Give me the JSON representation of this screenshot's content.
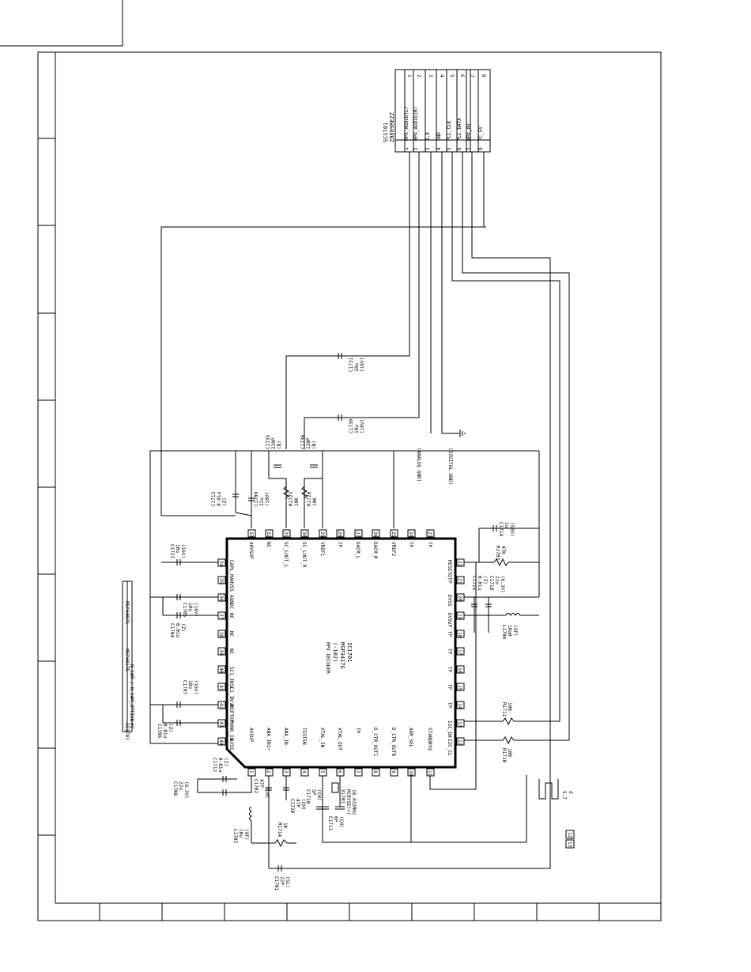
{
  "ic": {
    "ref": "IC1701",
    "part": "MSP3417G",
    "variant": "(-102)",
    "desc": "MPX DECODER",
    "left_pins": [
      {
        "n": "34",
        "name": "CAPL_M"
      },
      {
        "n": "35",
        "name": "AHVSS"
      },
      {
        "n": "36",
        "name": "AGNDC"
      },
      {
        "n": "37",
        "name": "NC"
      },
      {
        "n": "38",
        "name": "NC"
      },
      {
        "n": "39",
        "name": "NC"
      },
      {
        "n": "40",
        "name": "SC1_IN_L"
      },
      {
        "n": "41",
        "name": "SC1_IN_R"
      },
      {
        "n": "42",
        "name": "VREFTOP"
      },
      {
        "n": "43",
        "name": "MONO_IN"
      },
      {
        "n": "44",
        "name": "AVSS"
      }
    ],
    "top_pins": [
      {
        "n": "33",
        "name": "AHVSUP"
      },
      {
        "n": "32",
        "name": "NC"
      },
      {
        "n": "31",
        "name": "SC_LOUT_L"
      },
      {
        "n": "30",
        "name": "SC_LOUT_R"
      },
      {
        "n": "29",
        "name": "VREF1"
      },
      {
        "n": "28",
        "name": "TP"
      },
      {
        "n": "27",
        "name": "DACM_L"
      },
      {
        "n": "26",
        "name": "DACM_R"
      },
      {
        "n": "25",
        "name": "VREF2"
      },
      {
        "n": "24",
        "name": "TP"
      },
      {
        "n": "23",
        "name": "TP"
      }
    ],
    "right_pins": [
      {
        "n": "22",
        "name": "RESETQ"
      },
      {
        "n": "21",
        "name": "TP"
      },
      {
        "n": "20",
        "name": "DVSS"
      },
      {
        "n": "19",
        "name": "DVSUP"
      },
      {
        "n": "18",
        "name": "TP"
      },
      {
        "n": "17",
        "name": "TP"
      },
      {
        "n": "16",
        "name": "TP"
      },
      {
        "n": "15",
        "name": "TP"
      },
      {
        "n": "14",
        "name": "TP"
      },
      {
        "n": "13",
        "name": "I2C_DA"
      },
      {
        "n": "12",
        "name": "I2C_CL"
      }
    ],
    "bottom_pins": [
      {
        "n": "1",
        "name": "AVSUP"
      },
      {
        "n": "2",
        "name": "ANA_IN1+"
      },
      {
        "n": "3",
        "name": "ANA_IN-"
      },
      {
        "n": "4",
        "name": "TESTEN"
      },
      {
        "n": "5",
        "name": "XTAL_IN"
      },
      {
        "n": "6",
        "name": "XTAL_OUT"
      },
      {
        "n": "7",
        "name": "TP"
      },
      {
        "n": "8",
        "name": "D_CTR_OUT1"
      },
      {
        "n": "9",
        "name": "D_CTR_OUT0"
      },
      {
        "n": "10",
        "name": "ADR_SEL"
      },
      {
        "n": "11",
        "name": "STANDBYQ"
      }
    ]
  },
  "connector": {
    "ref": "SC1701",
    "part": "Z0809REZZ",
    "pins": [
      {
        "n": "1",
        "name": "MPX_AUDIO(L)",
        "num": "1"
      },
      {
        "n": "2",
        "name": "MPX_AUDIO(R)",
        "num": "2"
      },
      {
        "n": "3",
        "name": "8.8",
        "num": "3"
      },
      {
        "n": "4",
        "name": "GND",
        "num": "4"
      },
      {
        "n": "5",
        "name": "PLL_CLK",
        "num": "5"
      },
      {
        "n": "6",
        "name": "PLL_DATA",
        "num": "6"
      },
      {
        "n": "7",
        "name": "MPX_8V",
        "num": "7"
      },
      {
        "n": "8",
        "name": "PC_5V",
        "num": "8"
      }
    ]
  },
  "components": {
    "c1731": [
      "C1731",
      "10u",
      "(16V)"
    ],
    "c1730": [
      "C1730",
      "10u",
      "(16V)"
    ],
    "c1735": [
      "C1735",
      "220P",
      "(B)"
    ],
    "c1736": [
      "C1736",
      "120P",
      "(B)"
    ],
    "c1713": [
      "C1713",
      "0.01u",
      "(Z)"
    ],
    "c1709": [
      "C1709",
      "22u",
      "(10V)"
    ],
    "r1723": [
      "R1723",
      "10K"
    ],
    "r1720": [
      "R1720",
      "10K"
    ],
    "c1714": [
      "C1714",
      "1u",
      "(50V)"
    ],
    "r1703": [
      "R1703",
      "47K"
    ],
    "c1715": [
      "C1715",
      "0.01u",
      "(Z)"
    ],
    "c1718": [
      "C1718",
      "22u",
      "(6.3V)"
    ],
    "l1704": [
      "L1704",
      "10uH",
      "(XF)"
    ],
    "r1711": [
      "R1711",
      "100"
    ],
    "r1710": [
      "R1710",
      "100"
    ],
    "c1723": [
      "C1723",
      "10u",
      "(16V)"
    ],
    "c1705": [
      "C1705",
      "10u",
      "(16V)"
    ],
    "c1704": [
      "C1704",
      "0.01u",
      "(Z)"
    ],
    "c1707": [
      "C1707",
      "10u",
      "(16V)"
    ],
    "c1706": [
      "C1706",
      "0.01u",
      "(Z)"
    ],
    "c1712": [
      "C1712",
      "0.01u",
      "(Z)"
    ],
    "c1708": [
      "C1708",
      "22u",
      "(6.3V)"
    ],
    "c1702": [
      "C1702",
      "47P",
      "(CH)"
    ],
    "c1720": [
      "C1720",
      "47P",
      "(CH)"
    ],
    "c1710": [
      "C1710",
      "5P",
      "(CH)"
    ],
    "c1711": [
      "C1711",
      "6P",
      "(CH)"
    ],
    "x1701": [
      "X1701",
      "RCRYSE(+)",
      "18.432MHz"
    ],
    "l1703": [
      "L1703",
      "10u",
      "(XF)"
    ],
    "r1714": [
      "R1714",
      "1K"
    ],
    "c1701": [
      "C1701",
      "22P",
      "(SL)"
    ]
  },
  "labels": {
    "analog_gnd": "(ANALOG GND)",
    "digital_gnd": "(DIGITAL GND)",
    "table_header": "N_CAM / N_CAM_OPTION",
    "table_row1_a": "IC1701",
    "table_row1_b": "MSP3417G",
    "table_row1_c": "MSP3407G",
    "table_prefix": "#2",
    "note_a": "5.7",
    "note_b": "d",
    "box_a": "12",
    "box_b": "13"
  }
}
